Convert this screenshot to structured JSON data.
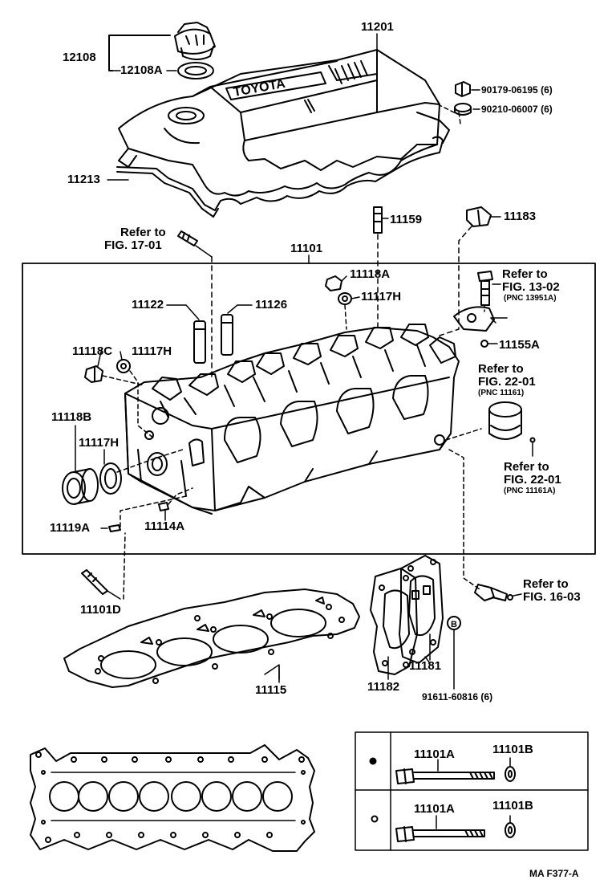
{
  "labels": {
    "p12108": "12108",
    "p12108a": "12108A",
    "p11201": "11201",
    "p90179": "90179-06195 (6)",
    "p90210": "90210-06007 (6)",
    "p11213": "11213",
    "refer_fig1701_a": "Refer to",
    "refer_fig1701_b": "FIG. 17-01",
    "p11159": "11159",
    "p11183": "11183",
    "p11101": "11101",
    "refer_fig1302_a": "Refer to",
    "refer_fig1302_b": "FIG. 13-02",
    "refer_fig1302_c": "(PNC 13951A)",
    "p11118a": "11118A",
    "p11117h_top": "11117H",
    "p11122": "11122",
    "p11126": "11126",
    "p11155a": "11155A",
    "p11118c": "11118C",
    "p11117h_left": "11117H",
    "refer_fig2201_a": "Refer to",
    "refer_fig2201_b": "FIG. 22-01",
    "refer_fig2201_c": "(PNC 11161)",
    "p11118b": "11118B",
    "p11117h_mid": "11117H",
    "refer_fig2201b_a": "Refer to",
    "refer_fig2201b_b": "FIG. 22-01",
    "refer_fig2201b_c": "(PNC 11161A)",
    "p11119a": "11119A",
    "p11114a": "11114A",
    "p11101d": "11101D",
    "refer_fig1603_a": "Refer to",
    "refer_fig1603_b": "FIG. 16-03",
    "p11181": "11181",
    "p11182": "11182",
    "p11115": "11115",
    "p91611": "91611-60816 (6)",
    "box_a_bolt": "11101A",
    "box_a_washer": "11101B",
    "box_b_bolt": "11101A",
    "box_b_washer": "11101B",
    "figure_code": "MA F377-A",
    "brand_on_cover": "TOYOTA"
  }
}
